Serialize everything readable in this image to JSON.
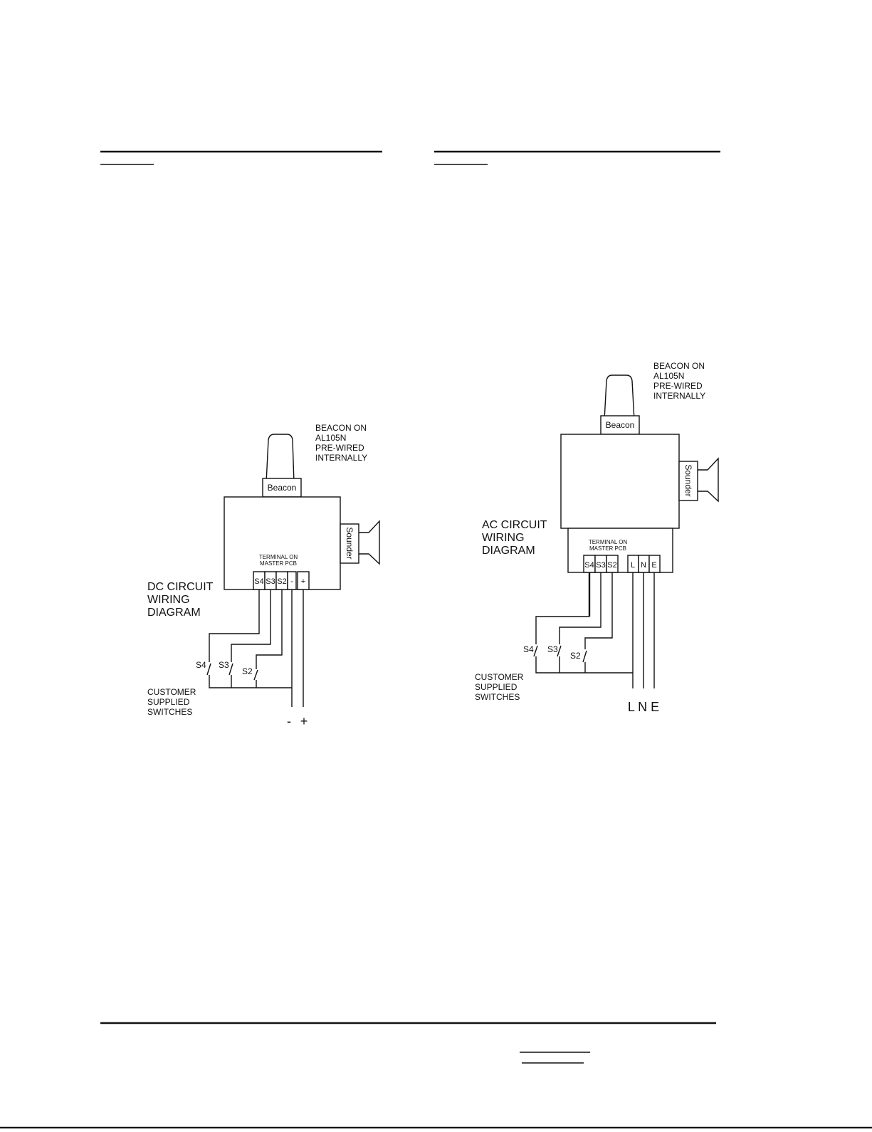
{
  "dc": {
    "beacon_note": [
      "BEACON ON",
      "AL105N",
      "PRE-WIRED",
      "INTERNALLY"
    ],
    "beacon_label": "Beacon",
    "sounder_label": "Sounder",
    "terminal_note": [
      "TERMINAL ON",
      "MASTER PCB"
    ],
    "terminals": [
      "S4",
      "S3",
      "S2",
      "-",
      "+"
    ],
    "title": [
      "DC CIRCUIT",
      "WIRING",
      "DIAGRAM"
    ],
    "switches": [
      "S4",
      "S3",
      "S2"
    ],
    "customer_note": [
      "CUSTOMER",
      "SUPPLIED",
      "SWITCHES"
    ],
    "supply": [
      "-",
      "+"
    ]
  },
  "ac": {
    "beacon_note": [
      "BEACON ON",
      "AL105N",
      "PRE-WIRED",
      "INTERNALLY"
    ],
    "beacon_label": "Beacon",
    "sounder_label": "Sounder",
    "terminal_note": [
      "TERMINAL ON",
      "MASTER PCB"
    ],
    "terminals": [
      "S4",
      "S3",
      "S2",
      "L",
      "N",
      "E"
    ],
    "title": [
      "AC CIRCUIT",
      "WIRING",
      "DIAGRAM"
    ],
    "switches": [
      "S4",
      "S3",
      "S2"
    ],
    "customer_note": [
      "CUSTOMER",
      "SUPPLIED",
      "SWITCHES"
    ],
    "supply": "L N E"
  }
}
